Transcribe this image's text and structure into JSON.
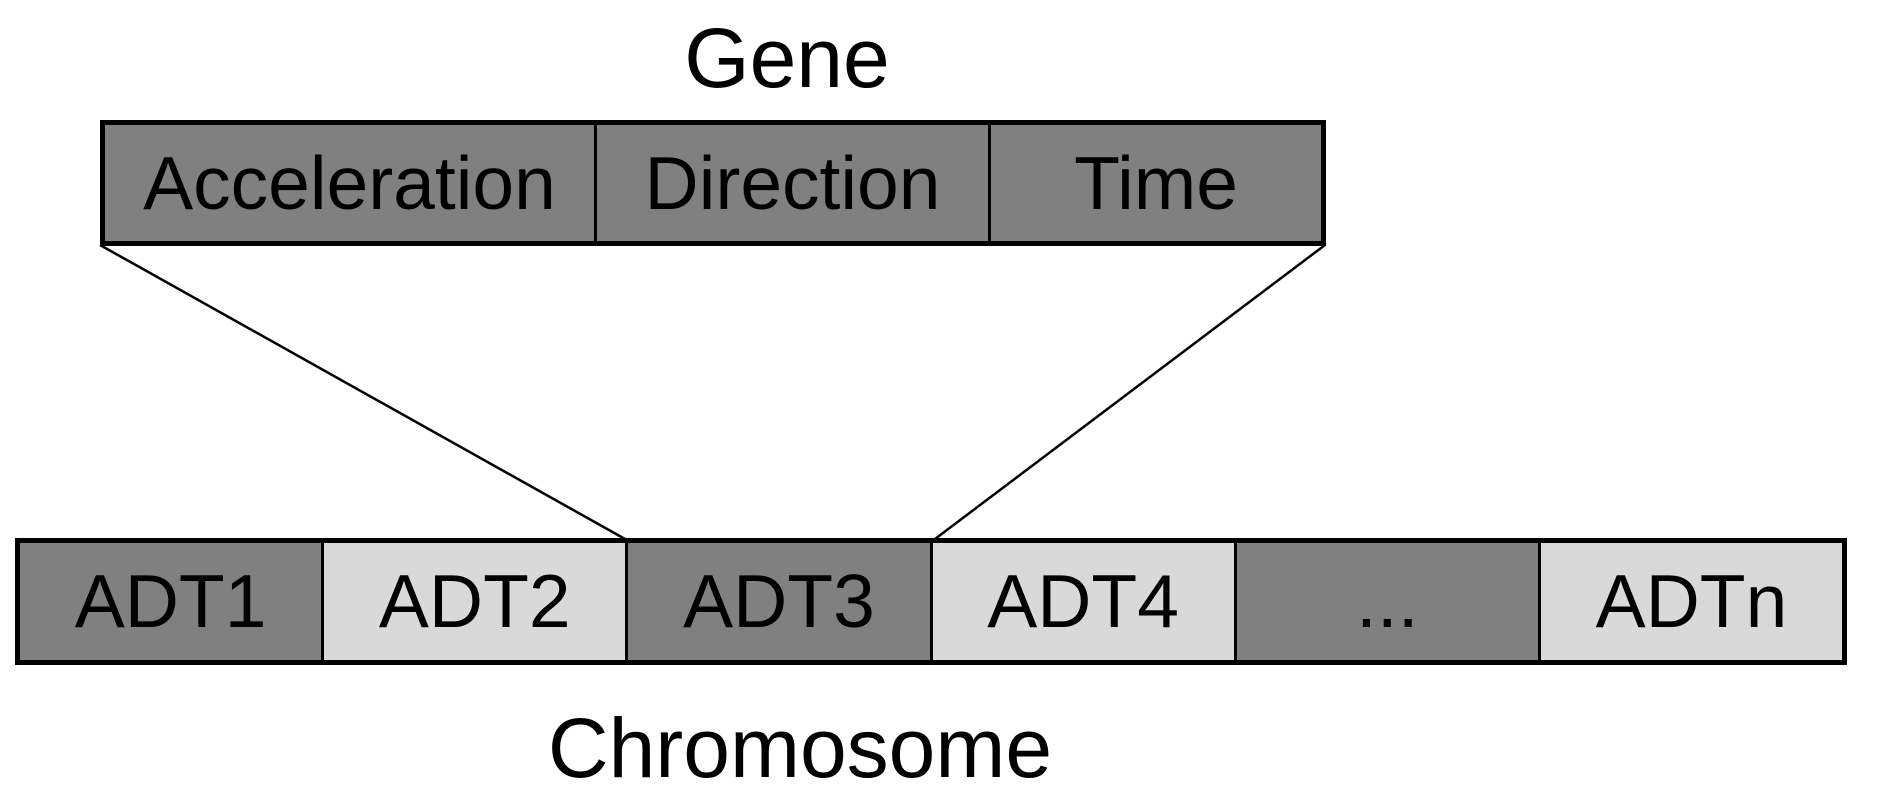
{
  "diagram": {
    "gene": {
      "title": "Gene",
      "segments": [
        {
          "label": "Acceleration"
        },
        {
          "label": "Direction"
        },
        {
          "label": "Time"
        }
      ]
    },
    "chromosome": {
      "title": "Chromosome",
      "segments": [
        {
          "label": "ADT1",
          "shade": "dark"
        },
        {
          "label": "ADT2",
          "shade": "light"
        },
        {
          "label": "ADT3",
          "shade": "dark"
        },
        {
          "label": "ADT4",
          "shade": "light"
        },
        {
          "label": "...",
          "shade": "dark"
        },
        {
          "label": "ADTn",
          "shade": "light"
        }
      ]
    },
    "colors": {
      "dark": "#808080",
      "light": "#d9d9d9",
      "border": "#000000",
      "background": "#ffffff"
    }
  }
}
